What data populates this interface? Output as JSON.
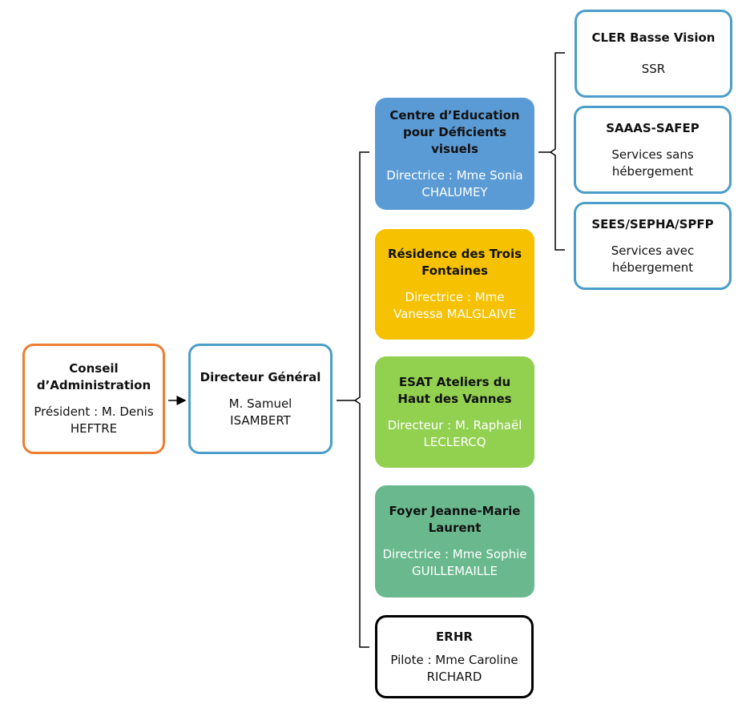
{
  "conseil": {
    "title": "Conseil d’Administration",
    "subtitle": "Président : M. Denis HEFTRE",
    "color": "#ed7d31"
  },
  "directeur_general": {
    "title": "Directeur Général",
    "subtitle": "M. Samuel ISAMBERT",
    "color": "#4a9ec9"
  },
  "establishments": [
    {
      "title": "Centre d’Education pour Déficients visuels",
      "subtitle": "Directrice : Mme Sonia CHALUMEY",
      "color": "#5b9bd5"
    },
    {
      "title": "Résidence des Trois Fontaines",
      "subtitle": "Directrice : Mme Vanessa MALGLAIVE",
      "color": "#f6c100"
    },
    {
      "title": "ESAT Ateliers du Haut des Vannes",
      "subtitle": "Directeur : M. Raphaël LECLERCQ",
      "color": "#92d050"
    },
    {
      "title": "Foyer Jeanne-Marie Laurent",
      "subtitle": "Directrice : Mme Sophie GUILLEMAILLE",
      "color": "#6ab98e"
    },
    {
      "title": "ERHR",
      "subtitle": "Pilote : Mme Caroline RICHARD",
      "color": "#000000"
    }
  ],
  "services": [
    {
      "title": "CLER Basse Vision",
      "subtitle": "SSR"
    },
    {
      "title": "SAAAS-SAFEP",
      "subtitle": "Services sans hébergement"
    },
    {
      "title": "SEES/SEPHA/SPFP",
      "subtitle": "Services avec hébergement"
    }
  ]
}
